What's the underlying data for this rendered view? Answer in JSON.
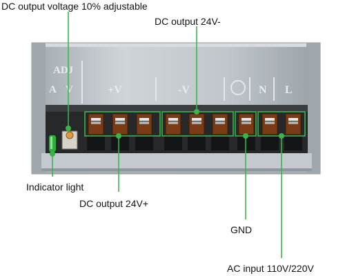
{
  "labels": {
    "voltage_adjust": "DC output voltage 10% adjustable",
    "dc_minus": "DC output 24V-",
    "indicator": "Indicator light",
    "dc_plus": "DC output 24V+",
    "gnd": "GND",
    "ac_input": "AC input 110V/220V"
  },
  "panel_markings": {
    "adj": "ADJ",
    "a": "A",
    "v": "V",
    "plus_v": "+V",
    "minus_v": "-V",
    "n": "N",
    "l": "L"
  },
  "colors": {
    "callout": "#3bb54a",
    "terminal": "#7a3c16",
    "led": "#2fae3c"
  }
}
